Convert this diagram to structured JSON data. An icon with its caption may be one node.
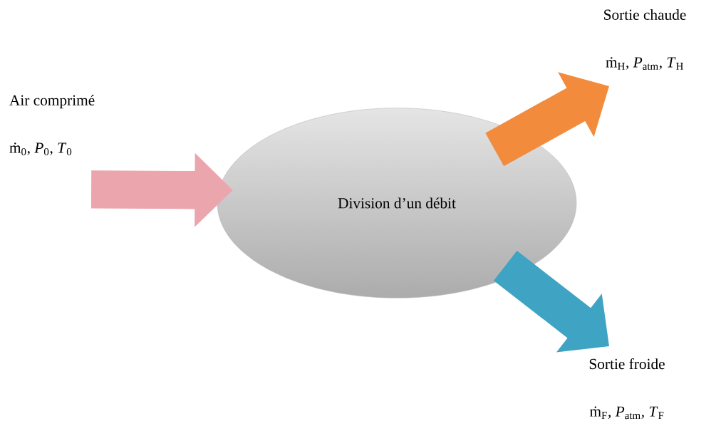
{
  "diagram": {
    "nodes": [
      {
        "text": [
          "Division d’un débit"
        ]
      },
      {
        "text": [
          "Air comprimé",
          "ṁ$_{0}$, *P*$_{0}$, *T*$_{0}$"
        ]
      },
      {
        "text": [
          "Sortie chaude",
          "ṁ$_{H}$, *P*$_{atm}$, *T*$_{H}$"
        ]
      },
      {
        "text": [
          "Sortie froide",
          "ṁ$_{F}$, *P*$_{atm}$, *T*$_{F}$"
        ]
      }
    ],
    "edges": [
      {
        "from": 1,
        "to": 0,
        "arrow": "to",
        "color": "#eba5ad"
      },
      {
        "from": 0,
        "to": 2,
        "arrow": "to",
        "color": "#f28c3c"
      },
      {
        "from": 0,
        "to": 3,
        "arrow": "to",
        "color": "#3fa3c4"
      }
    ]
  }
}
